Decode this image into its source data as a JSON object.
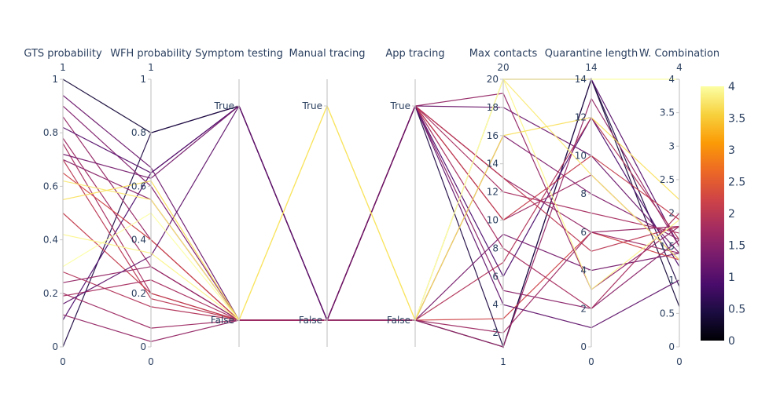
{
  "chart_data": {
    "type": "parallel-coordinates",
    "colorscale_name": "inferno",
    "colorscale": [
      "#000004",
      "#1b0c41",
      "#4a0c6b",
      "#781c6d",
      "#a52c60",
      "#cf4446",
      "#ed6925",
      "#fb9b06",
      "#f7d13d",
      "#fcffa4"
    ],
    "color_range": [
      0,
      4
    ],
    "colorbar_ticks": [
      "0",
      "0.5",
      "1",
      "1.5",
      "2",
      "2.5",
      "3",
      "3.5",
      "4"
    ],
    "dimensions": [
      {
        "key": "gts",
        "label": "GTS probability",
        "range": [
          0,
          1
        ],
        "ticks": [
          "0",
          "0.2",
          "0.4",
          "0.6",
          "0.8",
          "1"
        ],
        "ticks_vals": [
          0,
          0.2,
          0.4,
          0.6,
          0.8,
          1
        ],
        "min_label": "0",
        "max_label": "1"
      },
      {
        "key": "wfh",
        "label": "WFH probability",
        "range": [
          0,
          1
        ],
        "ticks": [
          "0",
          "0.2",
          "0.4",
          "0.6",
          "0.8",
          "1"
        ],
        "ticks_vals": [
          0,
          0.2,
          0.4,
          0.6,
          0.8,
          1
        ],
        "min_label": "0",
        "max_label": "1"
      },
      {
        "key": "symptom",
        "label": "Symptom testing",
        "range": [
          0,
          1
        ],
        "ticks": [
          "False",
          "True"
        ],
        "ticks_vals": [
          0,
          1
        ],
        "min_label": "",
        "max_label": ""
      },
      {
        "key": "manual",
        "label": "Manual tracing",
        "range": [
          0,
          1
        ],
        "ticks": [
          "False",
          "True"
        ],
        "ticks_vals": [
          0,
          1
        ],
        "min_label": "",
        "max_label": ""
      },
      {
        "key": "app",
        "label": "App tracing",
        "range": [
          0,
          1
        ],
        "ticks": [
          "False",
          "True"
        ],
        "ticks_vals": [
          0,
          1
        ],
        "min_label": "",
        "max_label": ""
      },
      {
        "key": "maxc",
        "label": "Max contacts",
        "range": [
          1,
          20
        ],
        "ticks": [
          "2",
          "4",
          "6",
          "8",
          "10",
          "12",
          "14",
          "16",
          "18",
          "20"
        ],
        "ticks_vals": [
          2,
          4,
          6,
          8,
          10,
          12,
          14,
          16,
          18,
          20
        ],
        "min_label": "1",
        "max_label": "20"
      },
      {
        "key": "ql",
        "label": "Quarantine length",
        "range": [
          0,
          14
        ],
        "ticks": [
          "0",
          "2",
          "4",
          "6",
          "8",
          "10",
          "12",
          "14"
        ],
        "ticks_vals": [
          0,
          2,
          4,
          6,
          8,
          10,
          12,
          14
        ],
        "min_label": "0",
        "max_label": "14"
      },
      {
        "key": "wc",
        "label": "W. Combination",
        "range": [
          0,
          4
        ],
        "ticks": [
          "0",
          "0.5",
          "1",
          "1.5",
          "2",
          "2.5",
          "3",
          "3.5",
          "4"
        ],
        "ticks_vals": [
          0,
          0.5,
          1,
          1.5,
          2,
          2.5,
          3,
          3.5,
          4
        ],
        "min_label": "0",
        "max_label": "4"
      }
    ],
    "rows": [
      {
        "v": [
          1.0,
          0.8,
          1,
          0,
          0,
          1,
          14,
          0.6
        ],
        "c": 0.4
      },
      {
        "v": [
          0.0,
          0.8,
          1,
          0,
          1,
          1,
          14,
          0.9
        ],
        "c": 0.5
      },
      {
        "v": [
          0.1,
          0.65,
          1,
          0,
          1,
          6,
          12,
          1.2
        ],
        "c": 0.9
      },
      {
        "v": [
          0.94,
          0.67,
          0,
          0,
          1,
          18,
          10,
          1.4
        ],
        "c": 1.2
      },
      {
        "v": [
          0.9,
          0.6,
          0,
          0,
          0,
          16,
          8,
          1.6
        ],
        "c": 1.4
      },
      {
        "v": [
          0.86,
          0.4,
          0,
          0,
          1,
          13,
          6,
          1.8
        ],
        "c": 1.6
      },
      {
        "v": [
          0.82,
          0.65,
          1,
          0,
          0,
          20,
          14,
          1.5
        ],
        "c": 1.0
      },
      {
        "v": [
          0.78,
          0.3,
          0,
          0,
          1,
          10,
          9,
          1.3
        ],
        "c": 1.7
      },
      {
        "v": [
          0.76,
          0.2,
          0,
          0,
          1,
          12,
          7,
          1.7
        ],
        "c": 1.8
      },
      {
        "v": [
          0.72,
          0.63,
          1,
          0,
          0,
          9,
          4,
          1.4
        ],
        "c": 1.3
      },
      {
        "v": [
          0.7,
          0.55,
          0,
          0,
          1,
          5,
          2,
          1.6
        ],
        "c": 1.5
      },
      {
        "v": [
          0.7,
          0.18,
          0,
          0,
          1,
          13,
          5,
          1.8
        ],
        "c": 2.0
      },
      {
        "v": [
          0.65,
          0.4,
          0,
          0,
          0,
          3,
          6,
          1.3
        ],
        "c": 2.2
      },
      {
        "v": [
          0.5,
          0.2,
          0,
          0,
          1,
          10,
          10,
          1.9
        ],
        "c": 2.1
      },
      {
        "v": [
          0.28,
          0.15,
          0,
          0,
          0,
          7,
          12,
          1.6
        ],
        "c": 1.9
      },
      {
        "v": [
          0.24,
          0.3,
          0,
          0,
          1,
          19,
          3,
          1.8
        ],
        "c": 1.6
      },
      {
        "v": [
          0.2,
          0.07,
          0,
          0,
          0,
          2,
          6,
          1.4
        ],
        "c": 1.7
      },
      {
        "v": [
          0.19,
          0.25,
          0,
          0,
          1,
          8,
          2,
          2.0
        ],
        "c": 1.8
      },
      {
        "v": [
          0.16,
          0.34,
          1,
          0,
          1,
          4,
          1,
          1.0
        ],
        "c": 1.1
      },
      {
        "v": [
          0.12,
          0.02,
          0,
          0,
          0,
          1,
          13,
          1.5
        ],
        "c": 1.6
      },
      {
        "v": [
          0.62,
          0.55,
          0,
          1,
          0,
          20,
          9,
          1.3
        ],
        "c": 3.8
      },
      {
        "v": [
          0.42,
          0.35,
          0,
          1,
          0,
          20,
          3,
          1.9
        ],
        "c": 3.9
      },
      {
        "v": [
          0.3,
          0.5,
          0,
          1,
          0,
          20,
          14,
          4.1
        ],
        "c": 4.0
      },
      {
        "v": [
          0.55,
          0.62,
          0,
          1,
          0,
          16,
          12,
          2.2
        ],
        "c": 3.7
      }
    ]
  }
}
